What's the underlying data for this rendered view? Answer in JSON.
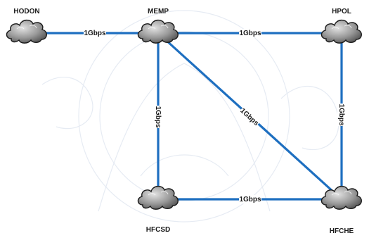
{
  "nodes": [
    {
      "id": "hodon",
      "label": "HODON"
    },
    {
      "id": "memp",
      "label": "MEMP"
    },
    {
      "id": "hpol",
      "label": "HPOL"
    },
    {
      "id": "hfcsd",
      "label": "HFCSD"
    },
    {
      "id": "hfche",
      "label": "HFCHE"
    }
  ],
  "links": [
    {
      "id": "hodon-memp",
      "from": "hodon",
      "to": "memp",
      "label": "1Gbps"
    },
    {
      "id": "memp-hpol",
      "from": "memp",
      "to": "hpol",
      "label": "1Gbps"
    },
    {
      "id": "memp-hfcsd",
      "from": "memp",
      "to": "hfcsd",
      "label": "1Gbps"
    },
    {
      "id": "memp-hfche",
      "from": "memp",
      "to": "hfche",
      "label": "1Gbps"
    },
    {
      "id": "hpol-hfche",
      "from": "hpol",
      "to": "hfche",
      "label": "1Gbps"
    },
    {
      "id": "hfcsd-hfche",
      "from": "hfcsd",
      "to": "hfche",
      "label": "1Gbps"
    }
  ],
  "colors": {
    "link": "#1e6fc0",
    "cloud": "#8a8a8a"
  },
  "icons": {
    "node": "cloud-icon"
  }
}
